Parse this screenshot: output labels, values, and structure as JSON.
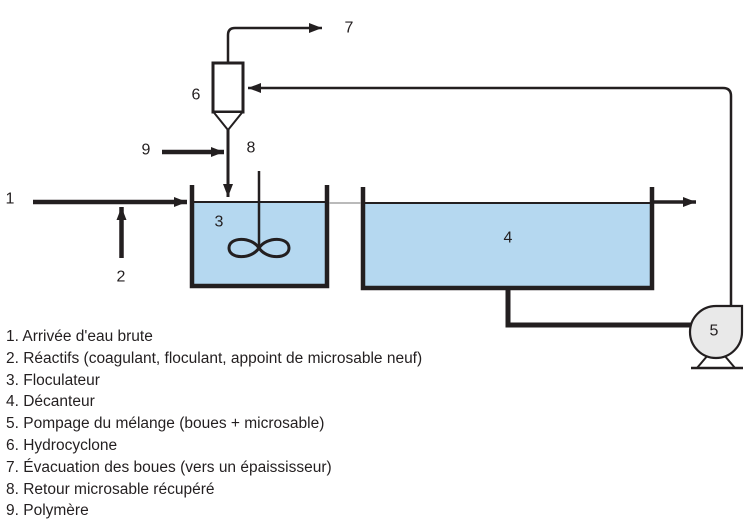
{
  "diagram": {
    "node_labels": [
      "1",
      "2",
      "3",
      "4",
      "5",
      "6",
      "7",
      "8",
      "9"
    ],
    "colors": {
      "line": "#231f20",
      "water": "#b5d8f0",
      "pump": "#e9e9e9",
      "gap": "#a3a3a3"
    }
  },
  "legend": {
    "items": [
      "1. Arrivée d'eau brute",
      "2. Réactifs (coagulant, floculant, appoint de microsable neuf)",
      "3. Floculateur",
      "4. Décanteur",
      "5. Pompage du mélange (boues + microsable)",
      "6. Hydrocyclone",
      "7. Évacuation des boues (vers un épaississeur)",
      "8. Retour microsable récupéré",
      "9. Polymère"
    ]
  }
}
